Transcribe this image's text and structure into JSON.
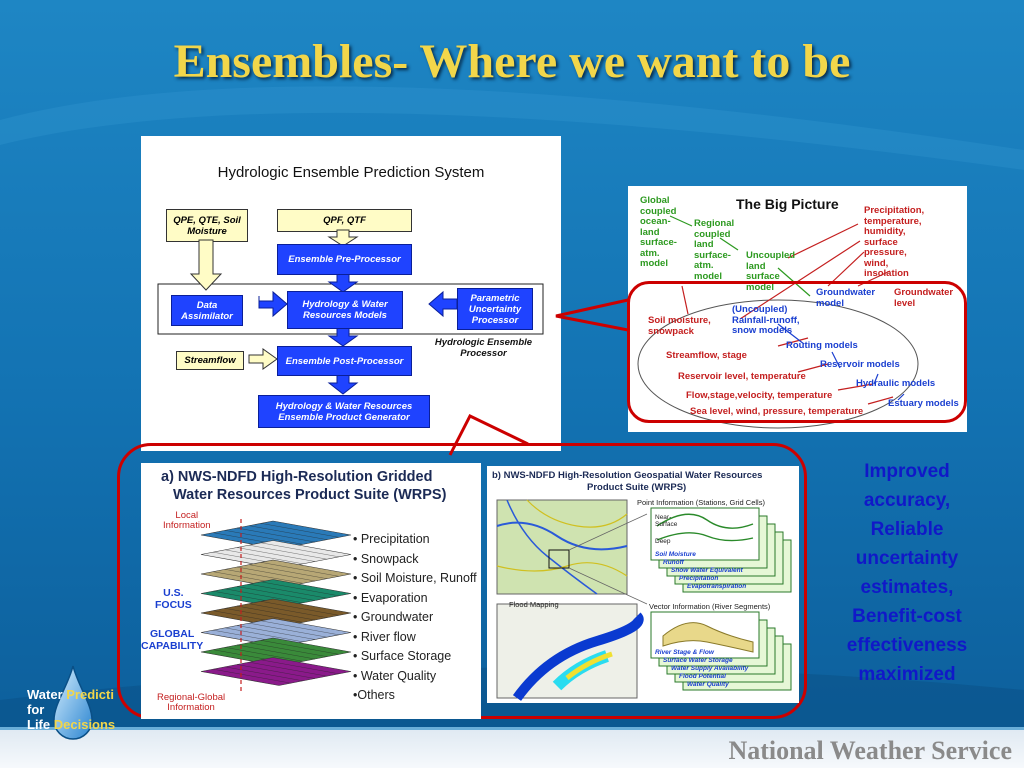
{
  "slide": {
    "title": "Ensembles- Where we want to be",
    "footer": "National Weather Service",
    "right_text": [
      "Improved",
      "accuracy,",
      "Reliable",
      "uncertainty",
      "estimates,",
      "Benefit-cost",
      "effectiveness",
      "maximized"
    ],
    "logo": {
      "line1a": "Water",
      "line1b": "Predicti",
      "line2": "for",
      "line3a": "Life",
      "line3b": "Decisions"
    }
  },
  "hep": {
    "title": "Hydrologic Ensemble Prediction System",
    "qpe": "QPE, QTE, Soil Moisture",
    "qpf": "QPF, QTF",
    "pre": "Ensemble Pre-Processor",
    "data_assim": "Data Assimilator",
    "hydro_models": "Hydrology & Water Resources Models",
    "parametric": "Parametric Uncertainty Processor",
    "processor_label": "Hydrologic Ensemble Processor",
    "streamflow": "Streamflow",
    "post": "Ensemble Post-Processor",
    "generator": "Hydrology & Water Resources Ensemble Product Generator"
  },
  "bigpic": {
    "title": "The Big Picture",
    "global": [
      "Global",
      "coupled",
      "ocean-",
      "land",
      "surface-",
      "atm.",
      "model"
    ],
    "regional": [
      "Regional",
      "coupled",
      "land",
      "surface-",
      "atm.",
      "model"
    ],
    "uncoupled": [
      "Uncoupled",
      "land",
      "surface",
      "model"
    ],
    "forcings": [
      "Precipitation,",
      "temperature,",
      "humidity,",
      "surface",
      "pressure,",
      "wind,",
      "insolation"
    ],
    "gw_model": [
      "Groundwater",
      "model"
    ],
    "gw_level": [
      "Groundwater",
      "level"
    ],
    "soil": [
      "Soil moisture,",
      "snowpack"
    ],
    "rr": [
      "(Uncoupled)",
      "Rainfall-runoff,",
      "snow models"
    ],
    "routing": "Routing models",
    "streamflow": "Streamflow, stage",
    "reservoir_models": "Reservoir models",
    "reservoir_level": "Reservoir level, temperature",
    "hydraulic": "Hydraulic models",
    "flow": "Flow,stage,velocity, temperature",
    "estuary": "Estuary models",
    "sea": "Sea level, wind, pressure, temperature"
  },
  "wrps_a": {
    "title": [
      "a) NWS-NDFD High-Resolution Gridded",
      "Water Resources Product Suite (WRPS)"
    ],
    "local": [
      "Local",
      "Information"
    ],
    "us": [
      "U.S.",
      "FOCUS"
    ],
    "global": [
      "GLOBAL",
      "CAPABILITY"
    ],
    "regional": [
      "Regional-Global",
      "Information"
    ],
    "layers": [
      "• Precipitation",
      "• Snowpack",
      "• Soil Moisture, Runoff",
      "• Evaporation",
      "• Groundwater",
      "• River flow",
      "• Surface Storage",
      "• Water Quality",
      "•Others"
    ]
  },
  "wrps_b": {
    "title": [
      "b) NWS-NDFD High-Resolution Geospatial Water Resources",
      "Product Suite (WRPS)"
    ],
    "point_info": "Point Information (Stations, Grid Cells)",
    "near_surface": [
      "Near-",
      "Surface"
    ],
    "deep": "Deep",
    "point_stack": [
      "Soil Moisture",
      "Runoff",
      "Snow Water Equivalent",
      "Precipitation",
      "Evapotranspiration"
    ],
    "flood_mapping": "Flood Mapping",
    "vector_info": "Vector Information (River Segments)",
    "vector_stack": [
      "River Stage & Flow",
      "Surface Water Storage",
      "Water Supply Availability",
      "Flood Potential",
      "Water Quality"
    ]
  }
}
